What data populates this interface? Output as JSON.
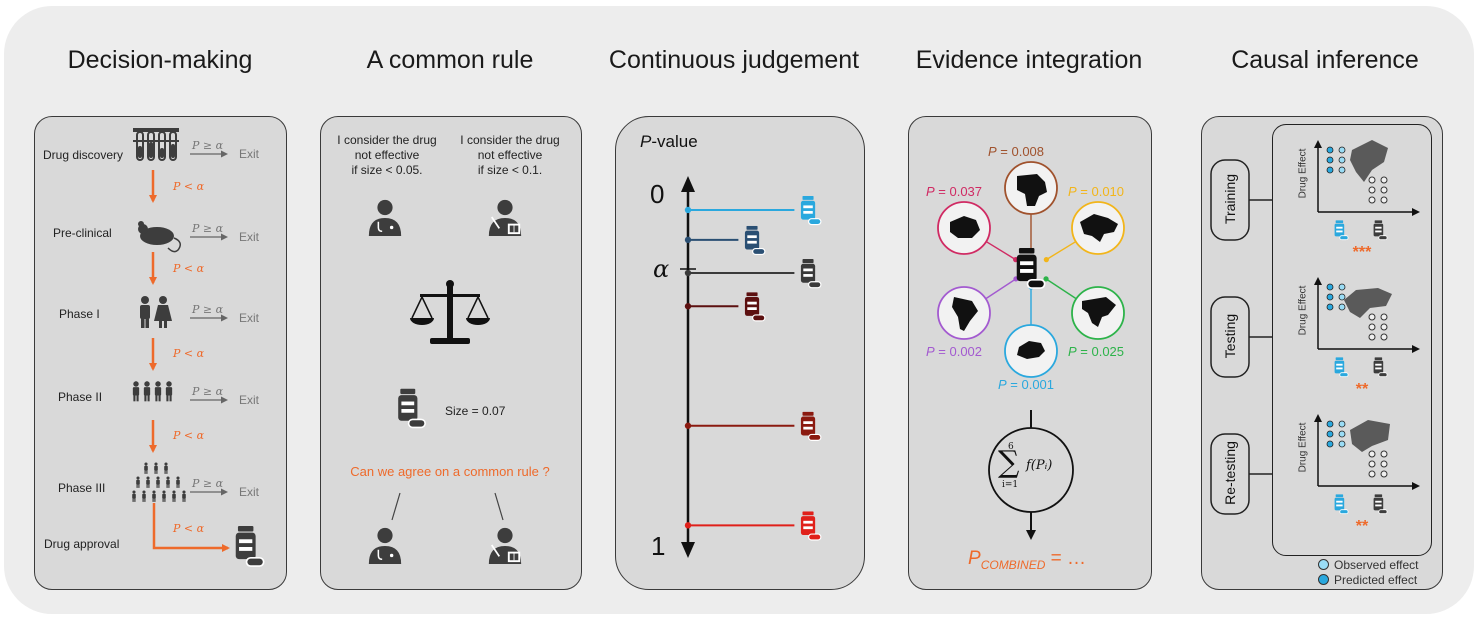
{
  "panels": {
    "decision": {
      "title": "Decision-making",
      "stages": [
        "Drug discovery",
        "Pre-clinical",
        "Phase I",
        "Phase II",
        "Phase III",
        "Drug approval"
      ],
      "cond_exit": "P ≥ α",
      "cond_pass": "P < α",
      "exit": "Exit"
    },
    "common": {
      "title": "A common rule",
      "rule1": [
        "I consider the drug",
        "not effective",
        "if size < 0.05."
      ],
      "rule2": [
        "I consider the drug",
        "not effective",
        "if size < 0.1."
      ],
      "size": "Size = 0.07",
      "question": "Can we agree on a common rule ?"
    },
    "continuous": {
      "title": "Continuous judgement",
      "axis_label_p": "P",
      "axis_label_rest": "-value",
      "top": "0",
      "alpha": "α",
      "bottom": "1",
      "lines": [
        {
          "value": 0.03,
          "length": 0.95,
          "color": "#2aa8de"
        },
        {
          "value": 0.12,
          "length": 0.45,
          "color": "#2a4f73"
        },
        {
          "value": 0.22,
          "length": 0.95,
          "color": "#3a3a3a"
        },
        {
          "value": 0.32,
          "length": 0.45,
          "color": "#5c1010"
        },
        {
          "value": 0.68,
          "length": 0.95,
          "color": "#8b1a10"
        },
        {
          "value": 0.98,
          "length": 0.95,
          "color": "#e0201a"
        }
      ]
    },
    "evidence": {
      "title": "Evidence integration",
      "studies": [
        {
          "p_prefix": "P",
          "value": " = 0.008",
          "color": "#a0522d",
          "continent": "Africa"
        },
        {
          "p_prefix": "P",
          "value": " = 0.010",
          "color": "#f2b51a",
          "continent": "Asia"
        },
        {
          "p_prefix": "P",
          "value": " = 0.025",
          "color": "#2db34a",
          "continent": "North America"
        },
        {
          "p_prefix": "P",
          "value": " = 0.001",
          "color": "#2aa8de",
          "continent": "Europe"
        },
        {
          "p_prefix": "P",
          "value": " = 0.002",
          "color": "#a35ad0",
          "continent": "South America"
        },
        {
          "p_prefix": "P",
          "value": " = 0.037",
          "color": "#d02a63",
          "continent": "Australia"
        }
      ],
      "sum_upper": "6",
      "sum_lower": "i=1",
      "sum_expr": "f(Pᵢ)",
      "combined_p": "P",
      "combined_sub": "COMBINED",
      "combined_rest": " = …"
    },
    "causal": {
      "title": "Causal inference",
      "stages": [
        {
          "label": "Training",
          "stars": "***"
        },
        {
          "label": "Testing",
          "stars": "**"
        },
        {
          "label": "Re-testing",
          "stars": "**"
        }
      ],
      "y_axis": "Drug Effect",
      "legend": [
        "Observed effect",
        "Predicted effect"
      ]
    }
  },
  "colors": {
    "accent": "#ee6a2b",
    "icon": "#3d3d3d",
    "panel_bg": "#d9d9d9",
    "outer_bg": "#ededed"
  }
}
